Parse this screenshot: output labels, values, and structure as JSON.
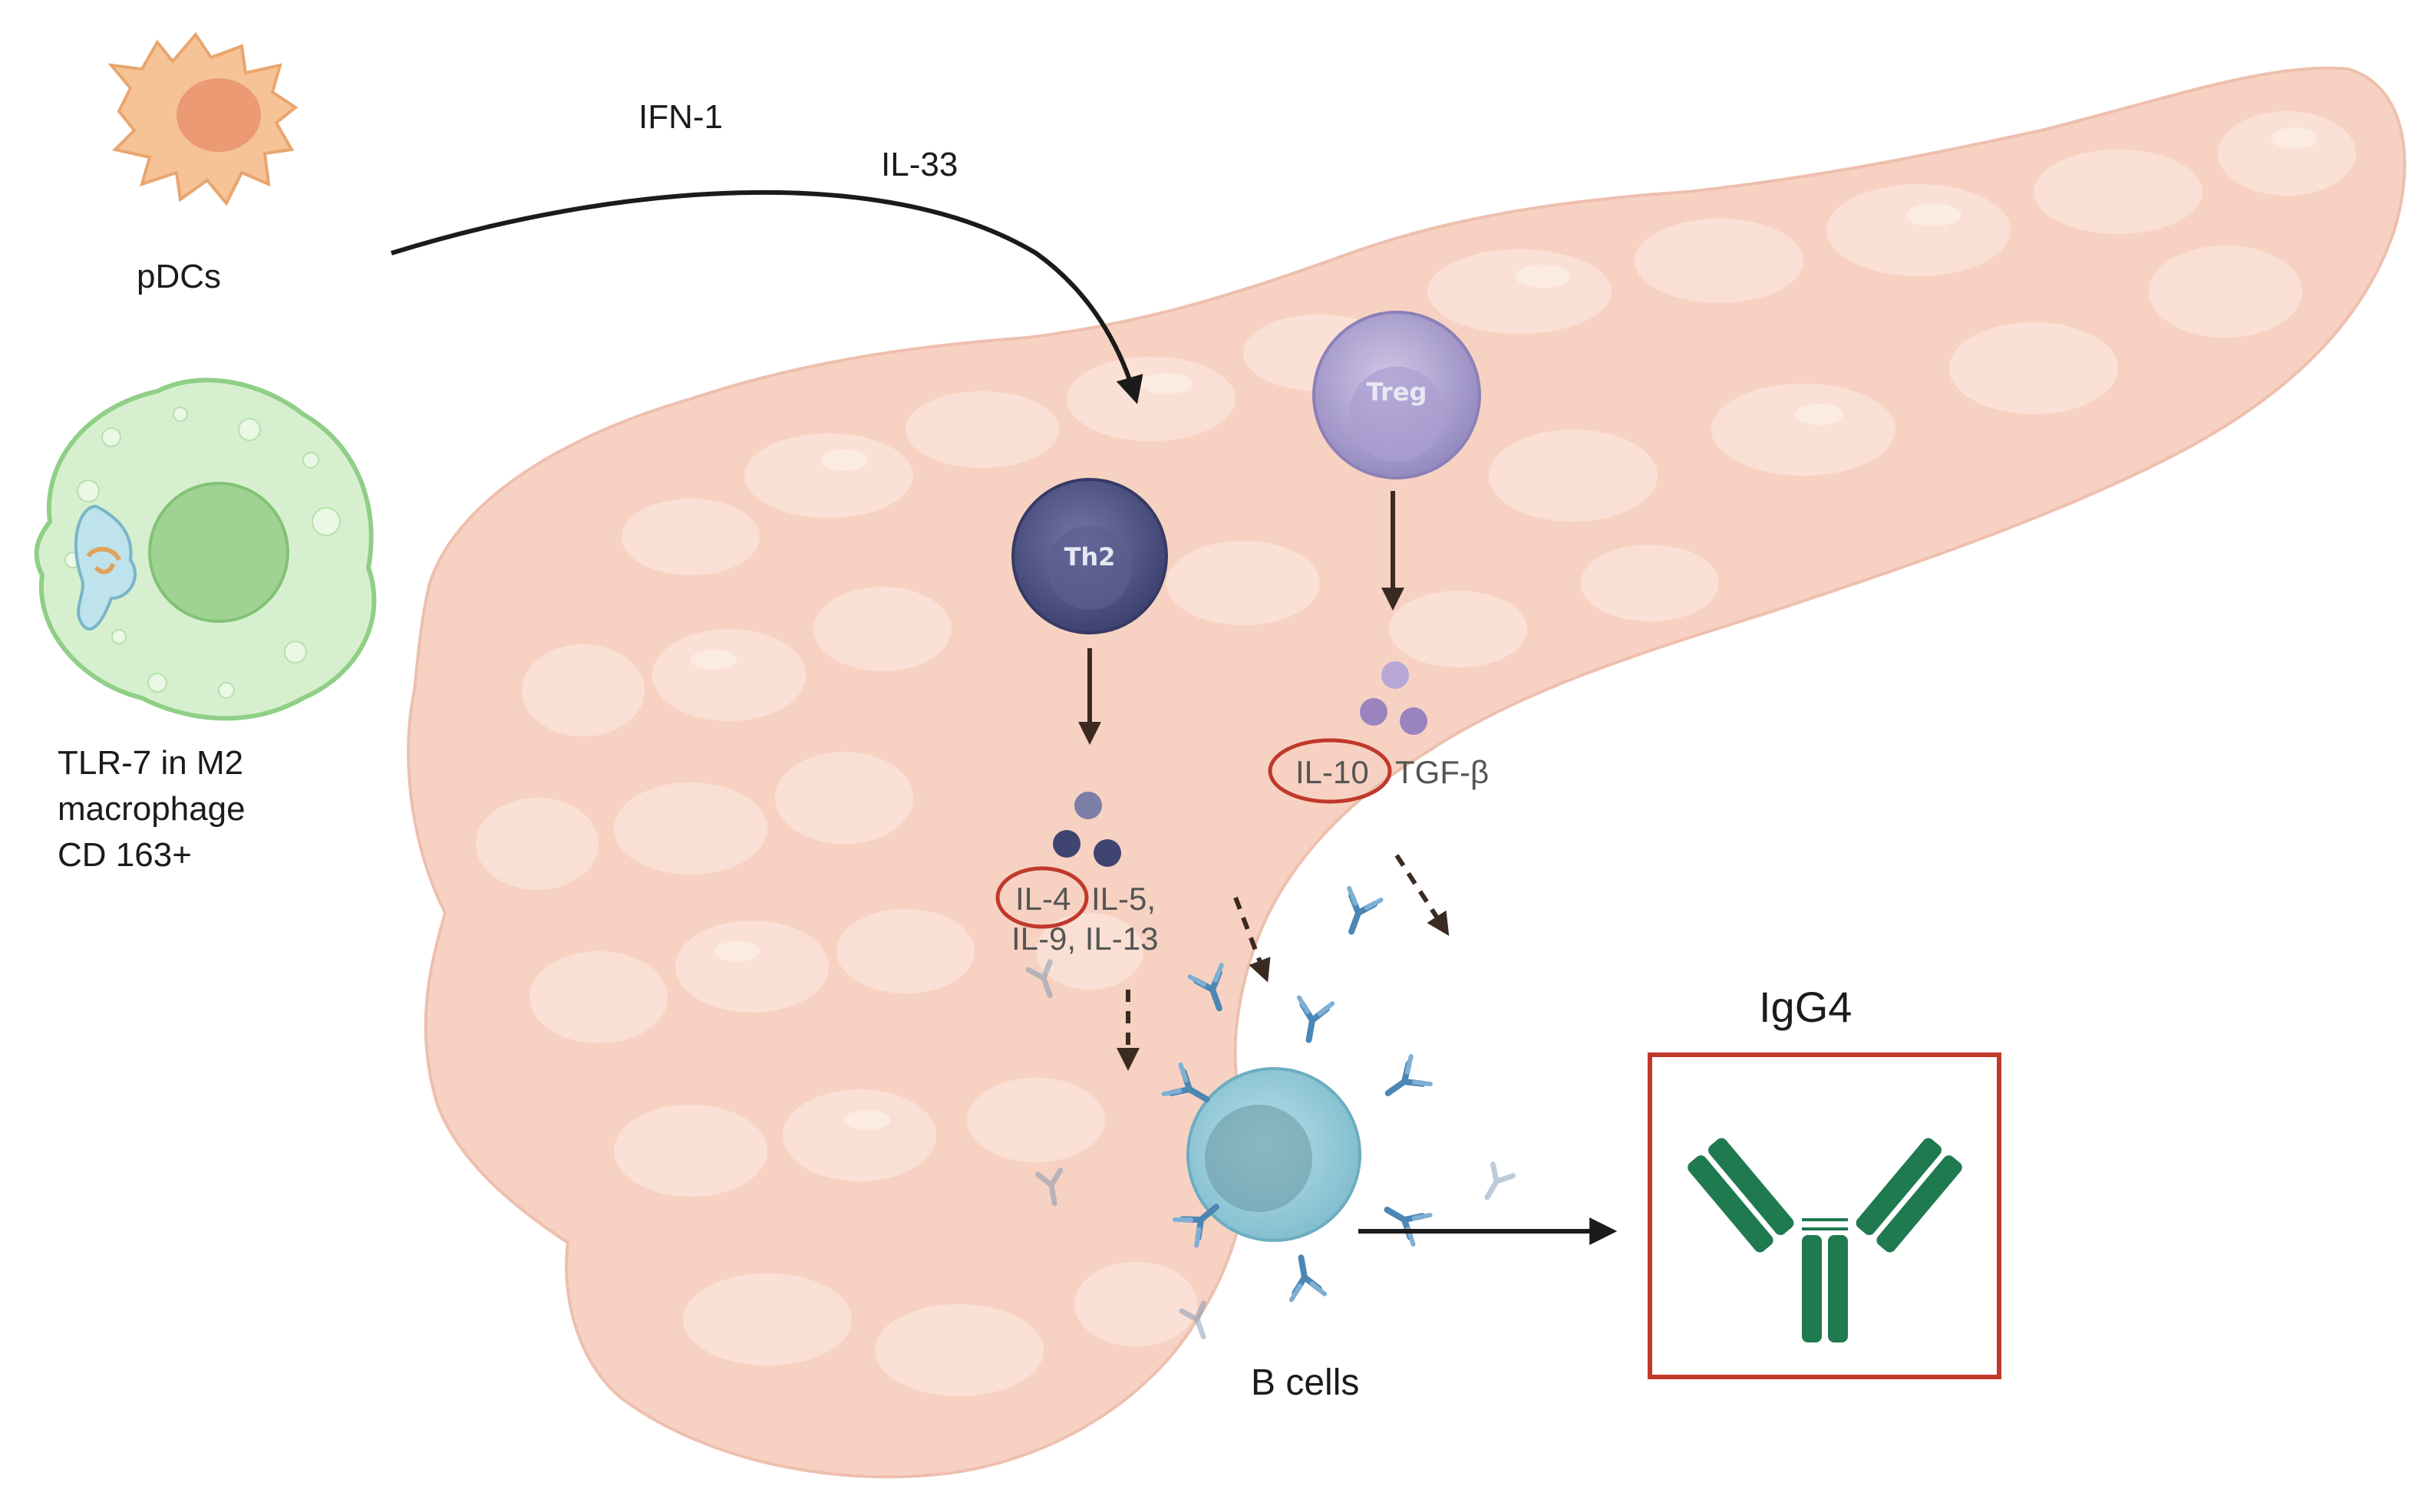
{
  "labels": {
    "pdcs": "pDCs",
    "macrophage_line1": "TLR-7 in M2",
    "macrophage_line2": "macrophage",
    "macrophage_line3": "CD 163+",
    "ifn": "IFN-1",
    "il33": "IL-33",
    "th2": "Th2",
    "treg": "Treg",
    "il4": "IL-4",
    "il5": "IL-5,",
    "il9_il13": "IL-9, IL-13",
    "il10": "IL-10",
    "tgfb": "TGF-β",
    "bcells": "B cells",
    "igg4": "IgG4"
  },
  "colors": {
    "pancreas_fill": "#f7d2c2",
    "pancreas_lobule": "#fbe3d8",
    "th2_cell": "#4a4f7d",
    "treg_cell": "#a79cc8",
    "b_cell": "#8fc7d6",
    "antibody_blue": "#4b86b4",
    "igg4_green": "#1f7a4f",
    "highlight_red": "#c0392b",
    "pdc_orange": "#f3b27c",
    "macrophage_green": "#bfe5b7"
  },
  "icons": [
    "pdc-cell-icon",
    "m2-macrophage-icon",
    "th2-cell-icon",
    "treg-cell-icon",
    "b-cell-icon",
    "antibody-icon",
    "igg4-antibody-icon"
  ]
}
